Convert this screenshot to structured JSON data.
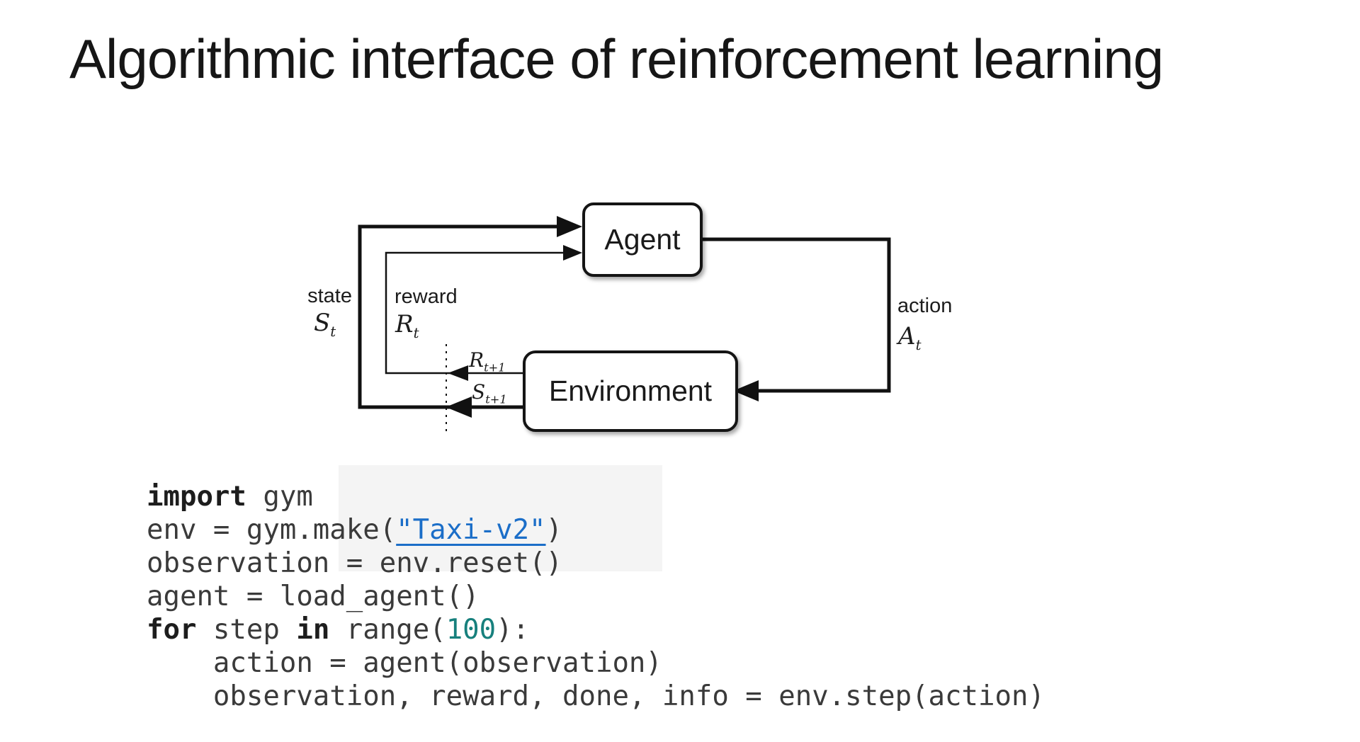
{
  "slide": {
    "title": "Algorithmic interface of reinforcement learning"
  },
  "diagram": {
    "agent": "Agent",
    "environment": "Environment",
    "state": {
      "label": "state",
      "sym": "S",
      "sub": "t"
    },
    "reward": {
      "label": "reward",
      "sym": "R",
      "sub": "t"
    },
    "action": {
      "label": "action",
      "sym": "A",
      "sub": "t"
    },
    "next_reward": {
      "sym": "R",
      "sub": "t+1"
    },
    "next_state": {
      "sym": "S",
      "sub": "t+1"
    }
  },
  "code": {
    "lines": [
      {
        "tokens": [
          {
            "text": "import",
            "type": "kw"
          },
          {
            "text": " gym",
            "type": "plain"
          }
        ]
      },
      {
        "tokens": [
          {
            "text": "env = gym.make(",
            "type": "plain"
          },
          {
            "text": "\"Taxi-v2\"",
            "type": "link"
          },
          {
            "text": ")",
            "type": "plain"
          }
        ]
      },
      {
        "tokens": [
          {
            "text": "observation = env.reset()",
            "type": "plain"
          }
        ]
      },
      {
        "tokens": [
          {
            "text": "agent = load_agent()",
            "type": "plain"
          }
        ]
      },
      {
        "tokens": [
          {
            "text": "for",
            "type": "kw"
          },
          {
            "text": " step ",
            "type": "plain"
          },
          {
            "text": "in",
            "type": "kw"
          },
          {
            "text": " range(",
            "type": "plain"
          },
          {
            "text": "100",
            "type": "num"
          },
          {
            "text": "):",
            "type": "plain"
          }
        ]
      },
      {
        "tokens": [
          {
            "text": "    action = agent(observation)",
            "type": "plain"
          }
        ]
      },
      {
        "tokens": [
          {
            "text": "    observation, reward, done, info = env.step(action)",
            "type": "plain"
          }
        ]
      }
    ]
  },
  "colors": {
    "link_blue": "#1b6ec8",
    "number_teal": "#17807d",
    "code_text": "#3a3a3a",
    "keyword_text": "#1d1d1d",
    "line_black": "#111111"
  }
}
